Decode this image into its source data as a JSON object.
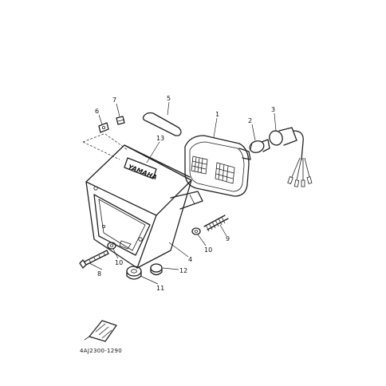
{
  "parts": [
    {
      "id": "p1",
      "num": "1"
    },
    {
      "id": "p2",
      "num": "2"
    },
    {
      "id": "p3",
      "num": "3"
    },
    {
      "id": "p4",
      "num": "4"
    },
    {
      "id": "p5",
      "num": "5"
    },
    {
      "id": "p6",
      "num": "6"
    },
    {
      "id": "p7",
      "num": "7"
    },
    {
      "id": "p8",
      "num": "8"
    },
    {
      "id": "p9",
      "num": "9"
    },
    {
      "id": "p10a",
      "num": "10"
    },
    {
      "id": "p10b",
      "num": "10"
    },
    {
      "id": "p11",
      "num": "11"
    },
    {
      "id": "p12",
      "num": "12"
    },
    {
      "id": "p13",
      "num": "13"
    }
  ],
  "brand_text": "YAMAHA",
  "diagram_code": "4AJ2300-1290"
}
